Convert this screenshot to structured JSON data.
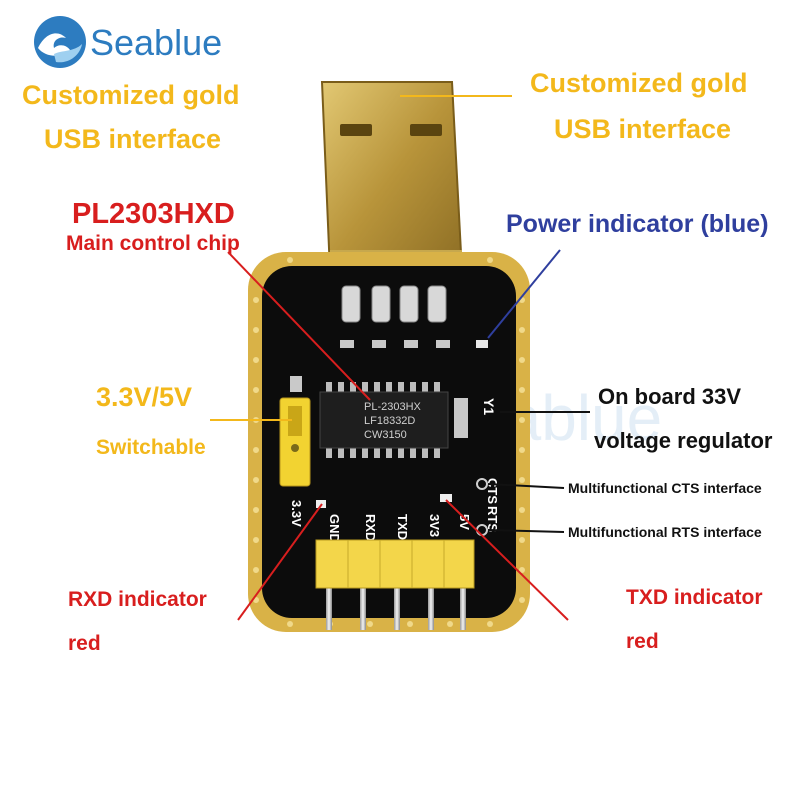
{
  "brand": {
    "name": "Seablue",
    "color": "#2d7cc0"
  },
  "labels": {
    "usb_left_line1": "Customized gold",
    "usb_left_line2": "USB interface",
    "usb_right_line1": "Customized gold",
    "usb_right_line2": "USB interface",
    "chip_title": "PL2303HXD",
    "chip_subtitle": "Main control chip",
    "power_indicator": "Power indicator (blue)",
    "switch_line1": "3.3V/5V",
    "switch_line2": "Switchable",
    "regulator_line1": "On board 33V",
    "regulator_line2": "voltage regulator",
    "cts": "Multifunctional CTS interface",
    "rts": "Multifunctional RTS interface",
    "rxd_line1": "RXD indicator",
    "rxd_line2": "red",
    "txd_line1": "TXD indicator",
    "txd_line2": "red"
  },
  "board_silkscreen": {
    "chip_line1": "PL-2303HX",
    "chip_line2": "LF18332D",
    "chip_line3": "CW3150",
    "pin_labels": [
      "GND",
      "RXD",
      "TXD",
      "3V3",
      "5V"
    ],
    "jumper_label": "3.3V",
    "cts": "CTS",
    "rts": "RTS",
    "regulator_mark": "Y1"
  },
  "colors": {
    "gold_label": "#f3b81b",
    "red_label": "#d81e1e",
    "blue_label": "#2f3f9e",
    "pcb_black": "#0c0c0c",
    "gold_edge": "#d9b247",
    "usb_plug": "#c9a94a"
  }
}
